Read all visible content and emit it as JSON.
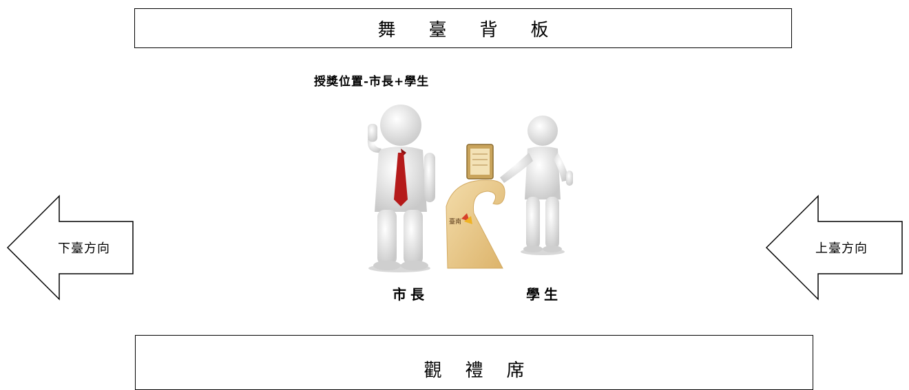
{
  "stage": {
    "backdrop_label": "舞臺背板",
    "audience_label": "觀禮席"
  },
  "scene": {
    "title": "授獎位置-市長+學生",
    "mayor_label": "市長",
    "student_label": "學生"
  },
  "directions": {
    "exit_label": "下臺方向",
    "enter_label": "上臺方向"
  },
  "plaque": {
    "logo_text": "臺南"
  },
  "colors": {
    "tie": "#b51a1a",
    "figure": "#e6e6e6",
    "plaque_wood": "#e9c98a",
    "frame_gold": "#c9a45c"
  }
}
